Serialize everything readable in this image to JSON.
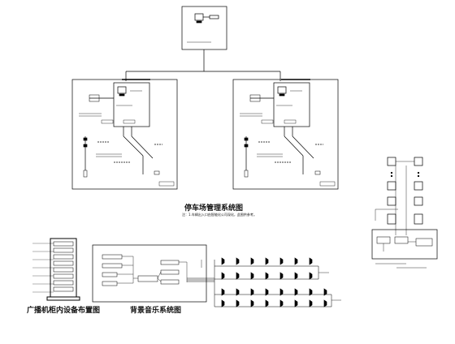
{
  "captions": {
    "parking_system": "停车场管理系统图",
    "parking_note": "注：1.车辆出入口由智能化公司深化，此图供参考。",
    "rack_layout": "广播机柜内设备布置图",
    "bg_music_system": "背景音乐系统图"
  }
}
